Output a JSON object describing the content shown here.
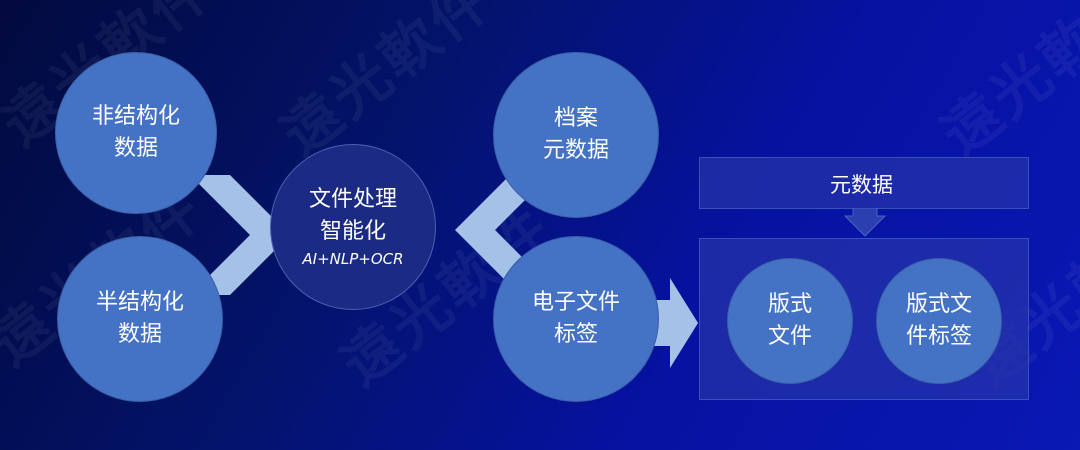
{
  "watermark": {
    "text": "遠光軟件"
  },
  "left_circles": [
    {
      "line1": "非结构化",
      "line2": "数据"
    },
    {
      "line1": "半结构化",
      "line2": "数据"
    }
  ],
  "center_circle": {
    "line1": "文件处理",
    "line2": "智能化",
    "sub": "AI+NLP+OCR"
  },
  "right_circles": [
    {
      "line1": "档案",
      "line2": "元数据"
    },
    {
      "line1": "电子文件",
      "line2": "标签"
    }
  ],
  "metadata_box": {
    "label": "元数据"
  },
  "output_box": {
    "items": [
      {
        "line1": "版式",
        "line2": "文件"
      },
      {
        "line1": "版式文",
        "line2": "件标签"
      }
    ]
  },
  "colors": {
    "circle": "#4472c4",
    "center_circle": "#1b2a82",
    "arrow": "#a4c2e8",
    "background": "#0612a0"
  }
}
